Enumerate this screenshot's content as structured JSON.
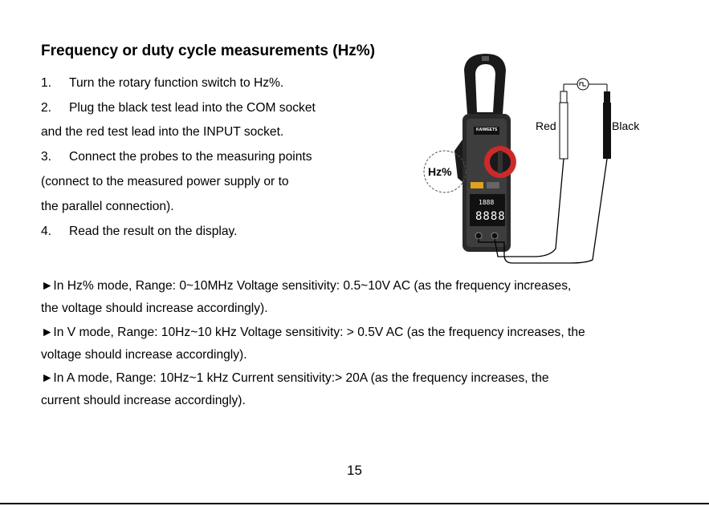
{
  "heading": "Frequency or duty cycle measurements (Hz%)",
  "steps": [
    {
      "num": "1.",
      "text": "Turn the rotary function switch to Hz%."
    },
    {
      "num": "2.",
      "text": "Plug the black test lead into the COM socket"
    },
    {
      "cont": "and the red test lead into the INPUT socket."
    },
    {
      "num": "3.",
      "text": "Connect the probes to the measuring points"
    },
    {
      "cont": "(connect to the measured power supply or to"
    },
    {
      "cont": "the parallel connection)."
    },
    {
      "num": "4.",
      "text": "Read the result on the display."
    }
  ],
  "notes": [
    "►In Hz% mode, Range: 0~10MHz    Voltage sensitivity: 0.5~10V AC (as the frequency increases,",
    "the voltage should increase accordingly).",
    "►In V mode, Range: 10Hz~10 kHz    Voltage sensitivity: > 0.5V AC (as the frequency increases, the",
    "voltage should increase accordingly).",
    "►In A mode, Range: 10Hz~1 kHz    Current sensitivity:> 20A (as the frequency increases, the",
    "current should increase accordingly)."
  ],
  "figure": {
    "label_red": "Red",
    "label_black": "Black",
    "label_hz": "Hz%",
    "brand": "KAIWEETS",
    "display_top": "1888",
    "display_main": "8888"
  },
  "page_number": "15"
}
